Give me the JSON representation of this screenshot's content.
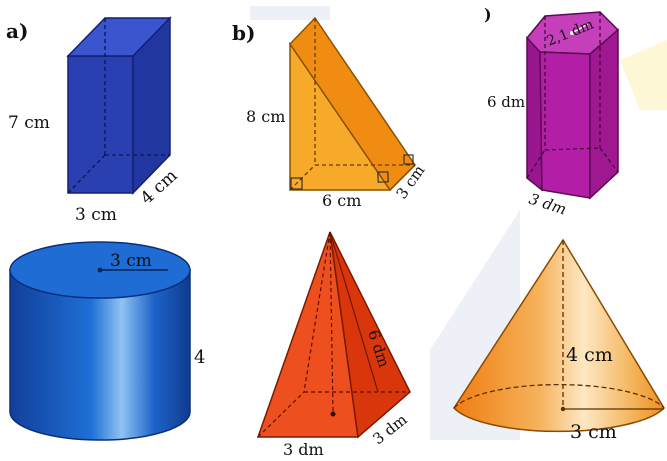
{
  "figures": {
    "a": {
      "tag": "a)",
      "height_label": "7 cm",
      "width_label": "3 cm",
      "depth_label": "4 cm"
    },
    "b": {
      "tag": "b)",
      "height_label": "8 cm",
      "base_label": "6 cm",
      "depth_label": "3 cm"
    },
    "c": {
      "tag": ")",
      "top_label": "2,1 dm",
      "height_label": "6 dm",
      "base_label": "3 dm"
    },
    "cylinder": {
      "radius_label": "3 cm",
      "height_label": "4"
    },
    "pyramid": {
      "slant_label": "6 dm",
      "base_label": "3 dm",
      "depth_label": "3 dm"
    },
    "cone": {
      "height_label": "4 cm",
      "radius_label": "3 cm"
    }
  },
  "colors": {
    "prism_a": "#2f46b8",
    "prism_b": "#f6a21f",
    "prism_c": "#b21aa4",
    "cylinder": "#1a5cc4",
    "pyramid": "#ee4a1a",
    "cone": "#f3a23c"
  }
}
